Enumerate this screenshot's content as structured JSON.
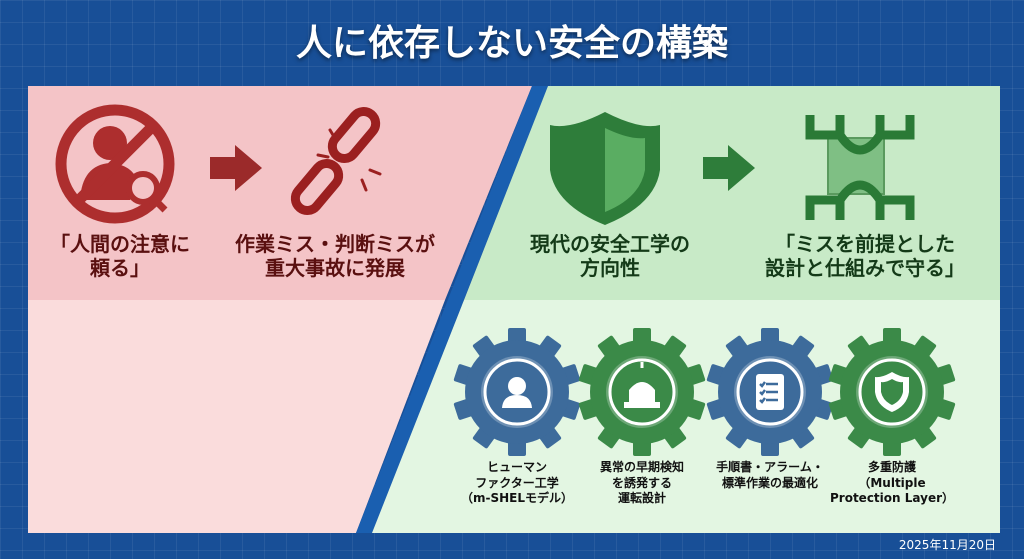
{
  "title": "人に依存しない安全の構築",
  "left": {
    "item1": {
      "line1": "「人間の注意に",
      "line2": "頼る」",
      "icon": "no-person-search-icon"
    },
    "item2": {
      "line1": "作業ミス・判断ミスが",
      "line2": "重大事故に発展",
      "icon": "broken-chain-icon"
    },
    "arrow": "arrow-right-icon"
  },
  "right": {
    "item1": {
      "line1": "現代の安全工学の",
      "line2": "方向性",
      "icon": "shield-icon"
    },
    "item2": {
      "line1": "「ミスを前提とした",
      "line2": "設計と仕組みで守る」",
      "icon": "interlocked-chain-icon"
    },
    "arrow": "arrow-right-icon"
  },
  "gears": [
    {
      "lines": [
        "ヒューマン",
        "ファクター工学",
        "（m-SHELモデル）"
      ],
      "icon": "person-gear-icon",
      "color": "#3d6b9b"
    },
    {
      "lines": [
        "異常の早期検知",
        "を誘発する",
        "運転設計"
      ],
      "icon": "alarm-light-icon",
      "color": "#3b8a48"
    },
    {
      "lines": [
        "手順書・アラーム・",
        "標準作業の最適化"
      ],
      "icon": "checklist-icon",
      "color": "#3d6b9b"
    },
    {
      "lines": [
        "多重防護",
        "（Multiple",
        "Protection Layer）"
      ],
      "icon": "shield-icon",
      "color": "#3b8a48"
    }
  ],
  "colors": {
    "red": "#a82a2a",
    "green": "#2e7d3a",
    "blue": "#184f97"
  },
  "date": "2025年11月20日"
}
